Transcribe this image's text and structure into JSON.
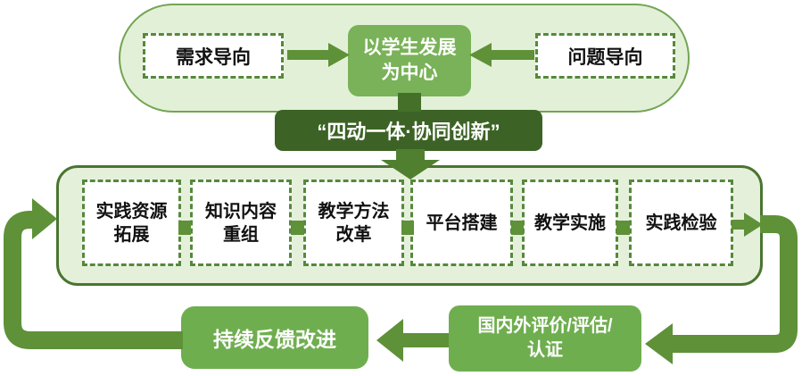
{
  "diagram": {
    "top": {
      "demand_label": "需求导向",
      "center_label": "以学生发展\n为中心",
      "problem_label": "问题导向"
    },
    "banner": {
      "label": "“四动一体·协同创新”"
    },
    "process": {
      "steps": [
        "实践资源\n拓展",
        "知识内容\n重组",
        "教学方法\n改革",
        "平台搭建",
        "教学实施",
        "实践检验"
      ]
    },
    "bottom": {
      "evaluation_label": "国内外评价/评估/\n认证",
      "feedback_label": "持续反馈改进"
    },
    "colors": {
      "light_green_fill": "#e3f0d8",
      "stadium_border": "#73a553",
      "container_border": "#4a7530",
      "dashed_border": "#55893a",
      "solid_box_green": "#74af53",
      "bottom_box_green": "#6fae4f",
      "arrow_green": "#5e9138",
      "banner_dark_green": "#3c6325",
      "stem_dark_green": "#44702a",
      "down_arrow_green": "#50802f",
      "text_dark": "#111111",
      "text_light": "#ffffff"
    }
  }
}
